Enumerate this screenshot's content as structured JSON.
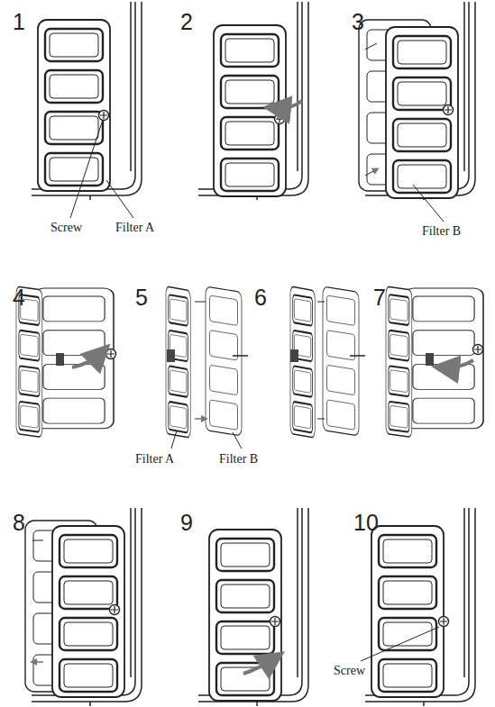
{
  "diagram": {
    "labels": [
      "1",
      "2",
      "3",
      "4",
      "5",
      "6",
      "7",
      "8",
      "9",
      "10",
      "Screw",
      "Filter A",
      "Filter B",
      "Filter A",
      "Filter B",
      "Screw"
    ]
  }
}
